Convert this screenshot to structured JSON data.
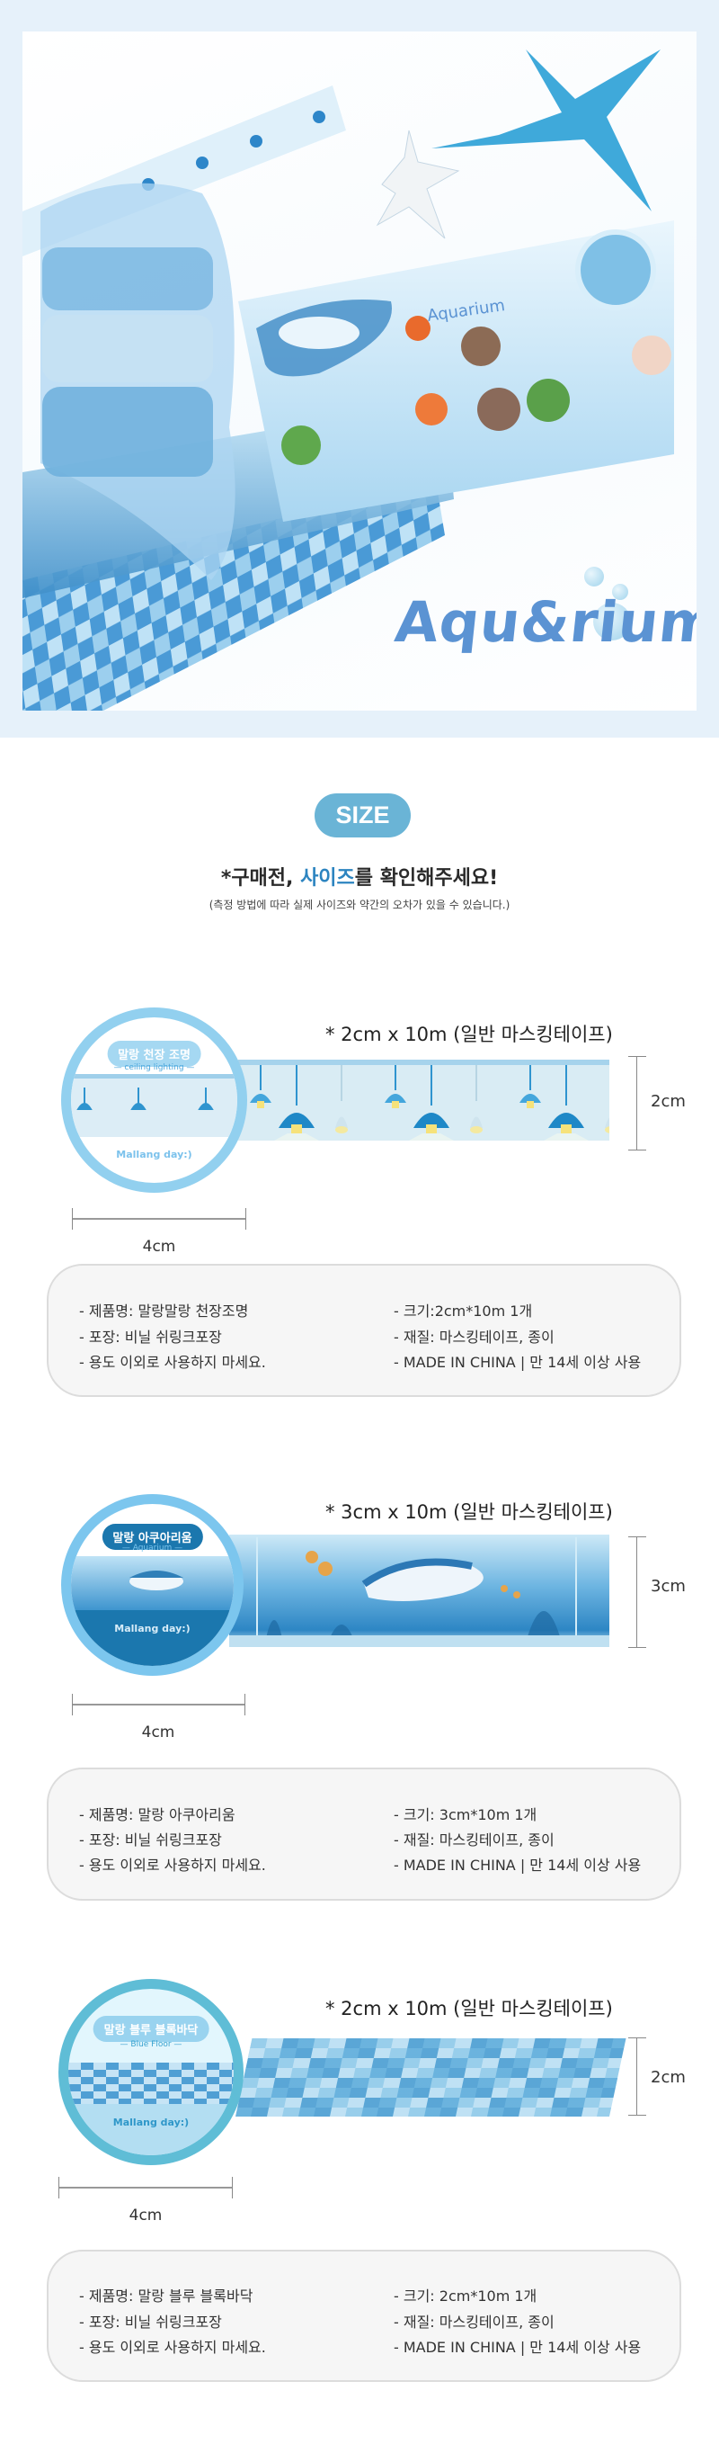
{
  "hero": {
    "logo_text": "Aqu&rium",
    "sticker_title": "Aquarium"
  },
  "size_section": {
    "badge": "SIZE",
    "heading_prefix": "*구매전, ",
    "heading_accent": "사이즈",
    "heading_suffix": "를 확인해주세요!",
    "note": "(측정 방법에 따라 실제 사이즈와 약간의 오차가 있을 수 있습니다.)"
  },
  "products": [
    {
      "spec_title": "* 2cm x 10m (일반 마스킹테이프)",
      "height_label": "2cm",
      "width_label": "4cm",
      "roll_label": "말랑 천장 조명",
      "roll_sub": "— ceiling lighting —",
      "roll_brand": "Mallang day:)",
      "info_left": [
        "- 제품명: 말랑말랑 천장조명",
        "- 포장: 비닐 쉬링크포장",
        "- 용도 이외로 사용하지 마세요."
      ],
      "info_right": [
        "- 크기:2cm*10m 1개",
        "- 재질: 마스킹테이프, 종이",
        "- MADE IN CHINA |  만 14세 이상 사용"
      ]
    },
    {
      "spec_title": "* 3cm x 10m (일반 마스킹테이프)",
      "height_label": "3cm",
      "width_label": "4cm",
      "roll_label": "말랑 아쿠아리움",
      "roll_sub": "— Aquarium —",
      "roll_brand": "Mallang day:)",
      "info_left": [
        "- 제품명: 말랑 아쿠아리움",
        "- 포장: 비닐 쉬링크포장",
        "- 용도 이외로 사용하지 마세요."
      ],
      "info_right": [
        "- 크기: 3cm*10m 1개",
        "- 재질: 마스킹테이프, 종이",
        "- MADE IN CHINA |  만 14세 이상 사용"
      ]
    },
    {
      "spec_title": "* 2cm x 10m (일반 마스킹테이프)",
      "height_label": "2cm",
      "width_label": "4cm",
      "roll_label": "말랑 블루 블록바닥",
      "roll_sub": "— Blue Floor —",
      "roll_brand": "Mallang day:)",
      "info_left": [
        "- 제품명: 말랑 블루 블록바닥",
        "- 포장: 비닐 쉬링크포장",
        "- 용도 이외로 사용하지 마세요."
      ],
      "info_right": [
        "- 크기: 2cm*10m 1개",
        "- 재질: 마스킹테이프, 종이",
        "- MADE IN CHINA  |  만 14세 이상 사용"
      ]
    }
  ],
  "colors": {
    "hero_bg": "#e6f1fa",
    "badge": "#6ab4d6",
    "accent": "#2c84c0",
    "logo": "#5b93d3",
    "info_bg": "#f6f6f6"
  }
}
